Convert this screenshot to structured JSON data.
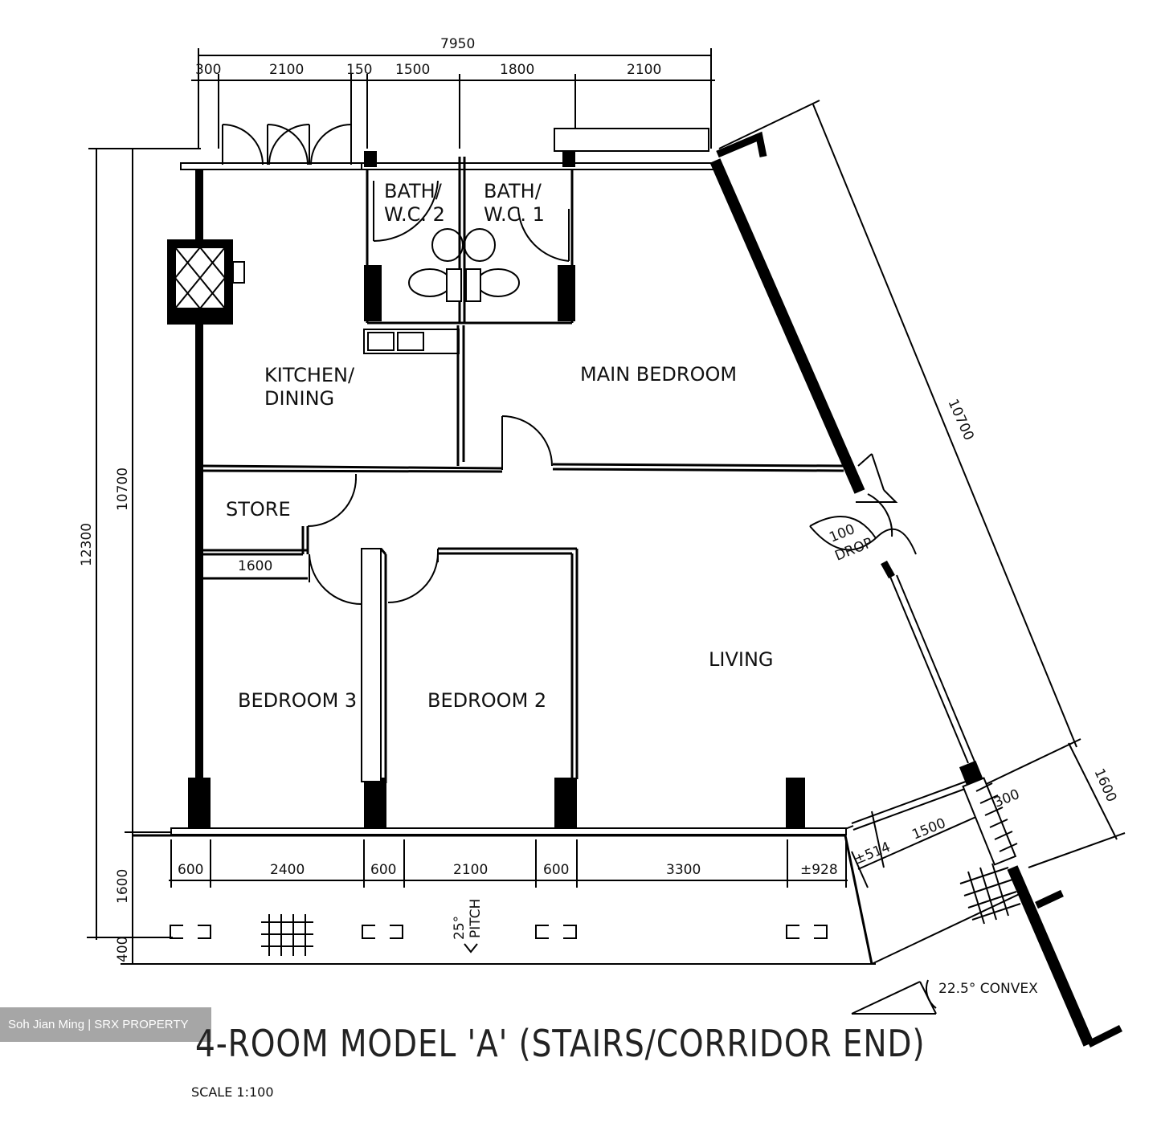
{
  "title": "4-ROOM MODEL 'A' (STAIRS/CORRIDOR END)",
  "scale": "SCALE 1:100",
  "watermark": "Soh Jian Ming | SRX PROPERTY",
  "rooms": {
    "bath2_line1": "BATH/",
    "bath2_line2": "W.C. 2",
    "bath1_line1": "BATH/",
    "bath1_line2": "W.C. 1",
    "kitchen_line1": "KITCHEN/",
    "kitchen_line2": "DINING",
    "main_bedroom": "MAIN BEDROOM",
    "store": "STORE",
    "living": "LIVING",
    "bedroom3": "BEDROOM 3",
    "bedroom2": "BEDROOM 2"
  },
  "dimensions": {
    "top_total": "7950",
    "top_segments": [
      "300",
      "2100",
      "150",
      "1500",
      "1800",
      "2100"
    ],
    "left_outer": "12300",
    "left_inner": "10700",
    "left_corridor": "1600",
    "left_bottom": "400",
    "right_diagonal": "10700",
    "right_corridor": "1600",
    "bottom_segments": [
      "600",
      "2400",
      "600",
      "2100",
      "600",
      "3300",
      "±928",
      "±514",
      "1500",
      "300"
    ],
    "store_width": "1600"
  },
  "notes": {
    "drop_value": "100",
    "drop_label": "DROP",
    "pitch_angle": "25°",
    "pitch_label": "PITCH",
    "convex": "22.5° CONVEX"
  }
}
